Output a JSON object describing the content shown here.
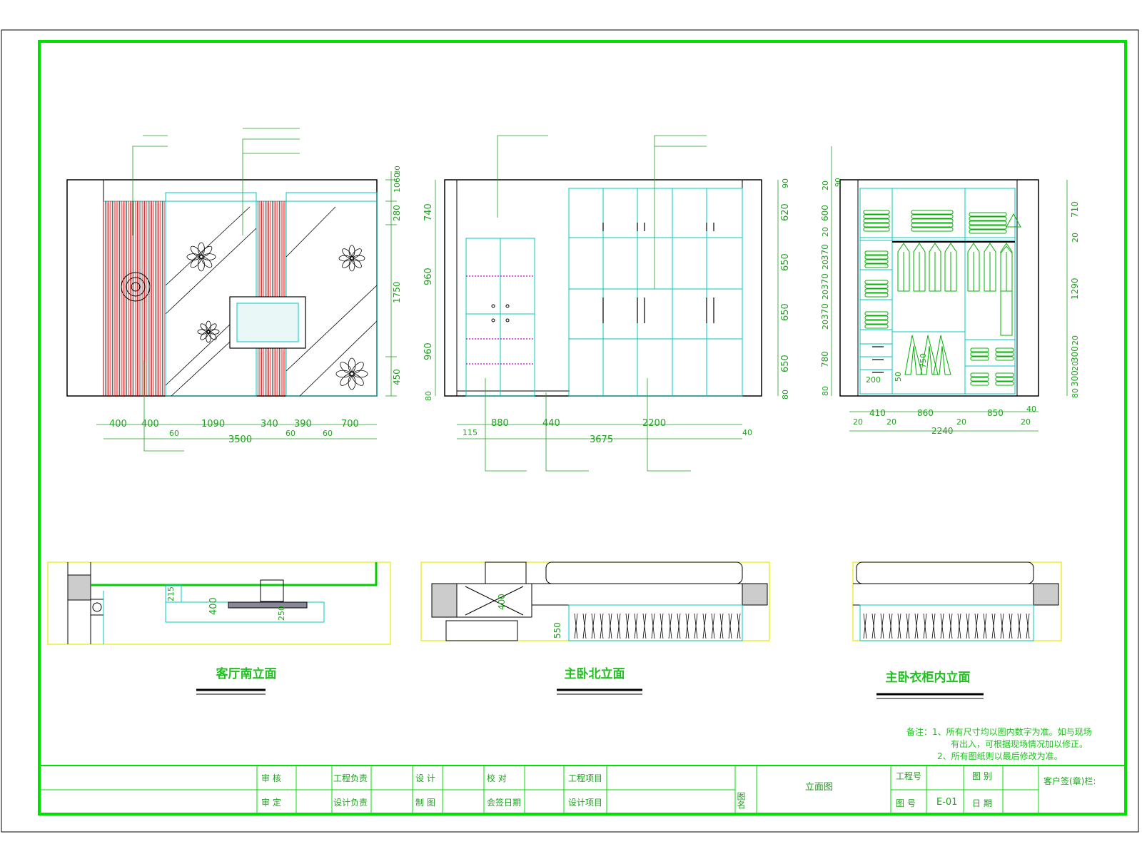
{
  "colors": {
    "frame": "#00e000",
    "line": "#000000",
    "cyan": "#00c8c8",
    "green": "#00b000",
    "red": "#c00000",
    "yellow": "#e8e800",
    "magenta": "#d000d0",
    "label": "#20a020"
  },
  "views": {
    "living_south": "客厅南立面",
    "master_north": "主卧北立面",
    "wardrobe_inner": "主卧衣柜内立面"
  },
  "notes": {
    "line1": "备注：1、所有尺寸均以图内数字为准。如与现场",
    "line2": "有出入，可根据现场情况加以修正。",
    "line3": "2、所有图纸则以最后修改为准。"
  },
  "title_block": {
    "shenhe": "审 核",
    "shending": "审 定",
    "gongcheng_fuze": "工程负责",
    "sheji_fuze": "设计负责",
    "sheji": "设 计",
    "zhitu": "制 图",
    "jiaodui": "校    对",
    "huiqian": "会签日期",
    "gongcheng_xiangmu": "工程项目",
    "sheji_xiangmu": "设计项目",
    "tuming": "图名",
    "drawing_name": "立面图",
    "gongchenghao": "工程号",
    "tuhao": "图 号",
    "tuhao_value": "E-01",
    "tubie": "图 别",
    "riqi": "日 期",
    "kehu": "客户签(章)栏:"
  },
  "dims": {
    "v1_bottom": [
      "400",
      "400",
      "1090",
      "340",
      "390",
      "700"
    ],
    "v1_small": [
      "60",
      "60",
      "60"
    ],
    "v1_total": "3500",
    "v1_right": [
      "1060",
      "280",
      "1750",
      "450"
    ],
    "v1_right_top": "80",
    "v2_left": [
      "740",
      "960",
      "960",
      "80"
    ],
    "v2_right": [
      "90",
      "620",
      "650",
      "650",
      "650",
      "80"
    ],
    "v2_bottom": [
      "880",
      "440",
      "2200"
    ],
    "v2_small": [
      "115",
      "40"
    ],
    "v2_total": "3675",
    "v3_left": [
      "20",
      "90",
      "600",
      "20",
      "370",
      "20",
      "370",
      "20",
      "370",
      "20",
      "780",
      "80"
    ],
    "v3_right": [
      "710",
      "20",
      "1290",
      "20",
      "300",
      "20",
      "300",
      "80"
    ],
    "v3_inner": [
      "200",
      "50",
      "750"
    ],
    "v3_bottom": [
      "410",
      "860",
      "850"
    ],
    "v3_small": [
      "20",
      "20",
      "20",
      "20",
      "40"
    ],
    "v3_total": "2240",
    "p1": [
      "215",
      "400",
      "250"
    ],
    "p2": [
      "400",
      "550"
    ]
  }
}
